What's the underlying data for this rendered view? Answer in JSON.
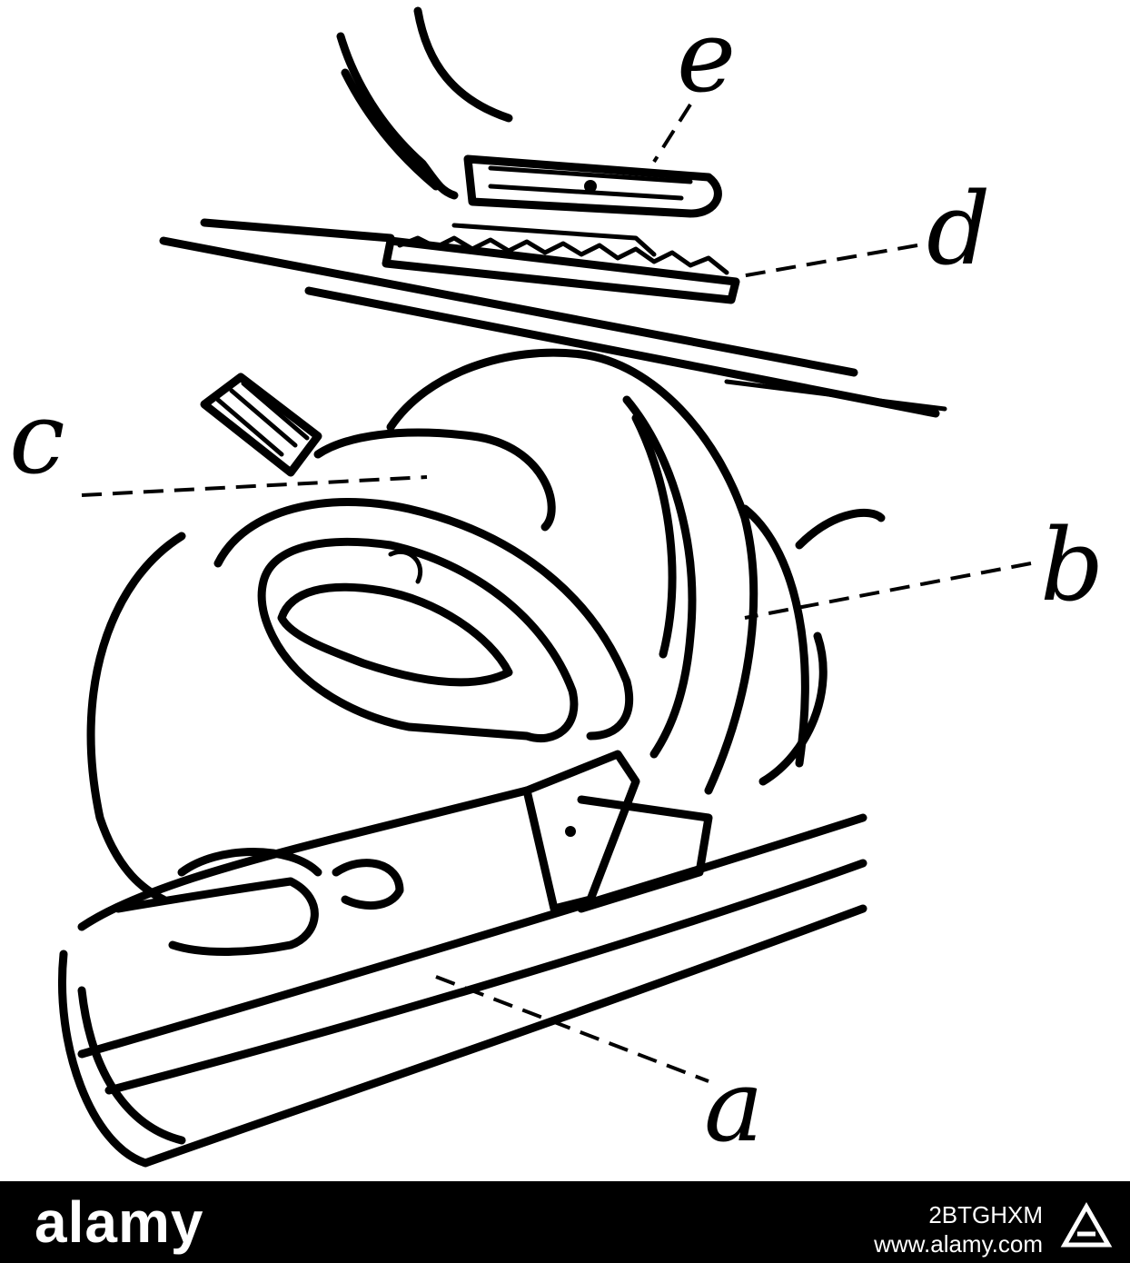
{
  "figure": {
    "labels": {
      "a": "a",
      "b": "b",
      "c": "c",
      "d": "d",
      "e": "e"
    }
  },
  "footer": {
    "brand": "alamy",
    "image_id": "2BTGHXM",
    "site": "www.alamy.com"
  },
  "colors": {
    "ink": "#000000",
    "paper": "#ffffff",
    "footer_bg": "#000000",
    "footer_text": "#ffffff"
  }
}
